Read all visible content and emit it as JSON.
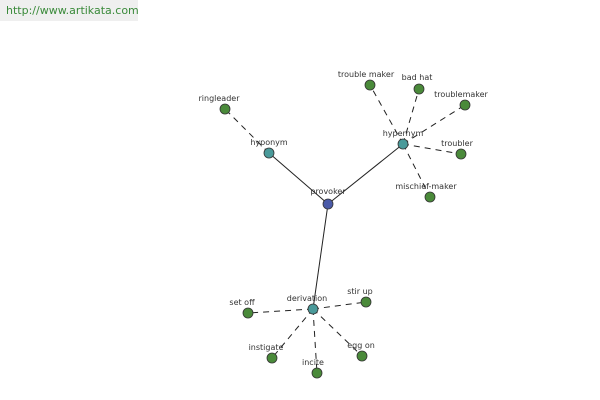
{
  "watermark": "http://www.artikata.com",
  "colors": {
    "center_node": "#4a5aa8",
    "relation_node": "#4a9a9a",
    "leaf_node": "#4a8a3a",
    "node_stroke": "#333333",
    "edge": "#222222"
  },
  "graph": {
    "center": "provoker",
    "relations": [
      {
        "label": "hyponym",
        "words": [
          "ringleader"
        ]
      },
      {
        "label": "hypernym",
        "words": [
          "trouble maker",
          "bad hat",
          "troublemaker",
          "troubler",
          "mischief-maker"
        ]
      },
      {
        "label": "derivation",
        "words": [
          "stir up",
          "set off",
          "instigate",
          "incite",
          "egg on"
        ]
      }
    ]
  }
}
